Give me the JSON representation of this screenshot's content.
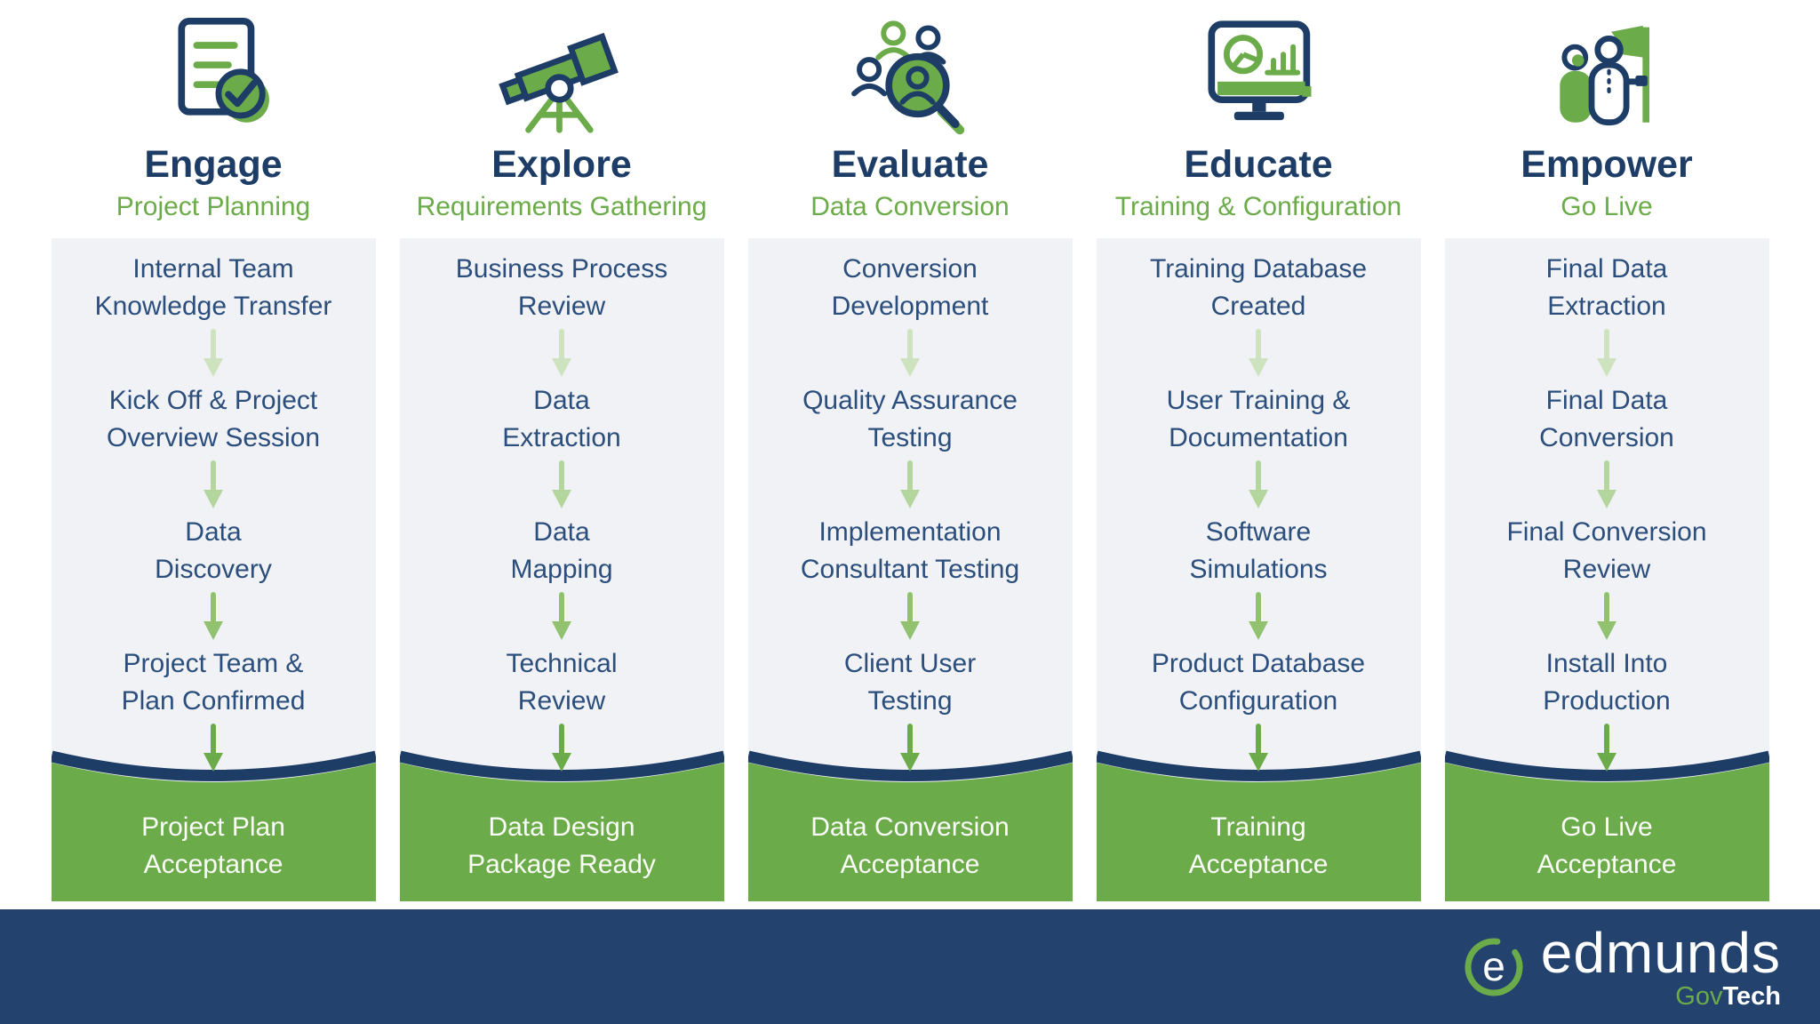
{
  "colors": {
    "navy": "#1e3d66",
    "step_text": "#2b4e7c",
    "green": "#6cab49",
    "panel_bg": "#f0f2f5",
    "footer_bg": "#23426d",
    "arrow_shades": [
      "#cfe2c0",
      "#b5d59e",
      "#92c170",
      "#6cab49"
    ],
    "result_text": "#fbfdf9"
  },
  "columns": [
    {
      "icon": "document-check-icon",
      "title": "Engage",
      "subtitle": "Project Planning",
      "steps": [
        {
          "line1": "Internal Team",
          "line2": "Knowledge Transfer"
        },
        {
          "line1": "Kick Off & Project",
          "line2": "Overview Session"
        },
        {
          "line1": "Data",
          "line2": "Discovery"
        },
        {
          "line1": "Project Team &",
          "line2": "Plan Confirmed"
        }
      ],
      "result": {
        "line1": "Project Plan",
        "line2": "Acceptance"
      }
    },
    {
      "icon": "telescope-icon",
      "title": "Explore",
      "subtitle": "Requirements Gathering",
      "steps": [
        {
          "line1": "Business Process",
          "line2": "Review"
        },
        {
          "line1": "Data",
          "line2": "Extraction"
        },
        {
          "line1": "Data",
          "line2": "Mapping"
        },
        {
          "line1": "Technical",
          "line2": "Review"
        }
      ],
      "result": {
        "line1": "Data Design",
        "line2": "Package Ready"
      }
    },
    {
      "icon": "people-magnifier-icon",
      "title": "Evaluate",
      "subtitle": "Data Conversion",
      "steps": [
        {
          "line1": "Conversion",
          "line2": "Development"
        },
        {
          "line1": "Quality Assurance",
          "line2": "Testing"
        },
        {
          "line1": "Implementation",
          "line2": "Consultant Testing"
        },
        {
          "line1": "Client User",
          "line2": "Testing"
        }
      ],
      "result": {
        "line1": "Data Conversion",
        "line2": "Acceptance"
      }
    },
    {
      "icon": "monitor-charts-icon",
      "title": "Educate",
      "subtitle": "Training & Configuration",
      "steps": [
        {
          "line1": "Training Database",
          "line2": "Created"
        },
        {
          "line1": "User Training &",
          "line2": "Documentation"
        },
        {
          "line1": "Software",
          "line2": "Simulations"
        },
        {
          "line1": "Product Database",
          "line2": "Configuration"
        }
      ],
      "result": {
        "line1": "Training",
        "line2": "Acceptance"
      }
    },
    {
      "icon": "people-flag-icon",
      "title": "Empower",
      "subtitle": "Go Live",
      "steps": [
        {
          "line1": "Final Data",
          "line2": "Extraction"
        },
        {
          "line1": "Final Data",
          "line2": "Conversion"
        },
        {
          "line1": "Final Conversion",
          "line2": "Review"
        },
        {
          "line1": "Install Into",
          "line2": "Production"
        }
      ],
      "result": {
        "line1": "Go Live",
        "line2": "Acceptance"
      }
    }
  ],
  "footer": {
    "logo": "edmunds-e-logo",
    "brand": "edmunds",
    "brand_sub_green": "Gov",
    "brand_sub_white": "Tech"
  }
}
